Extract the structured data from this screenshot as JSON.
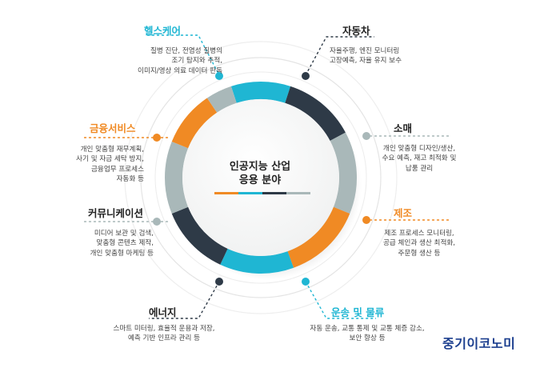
{
  "center": {
    "line1": "인공지능 산업",
    "line2": "응용 분야"
  },
  "colors": {
    "cyan": "#1fb6d3",
    "orange": "#f08a24",
    "navy": "#2e3a47",
    "gray": "#a9b8b9"
  },
  "sectors": [
    {
      "id": "healthcare",
      "title": "헬스케어",
      "color": "#1fb6d3",
      "lines": [
        "질병 진단, 전염성 질병의",
        "조기 탐지와 추적,",
        "이미지/영상 의료 데이터 판독"
      ]
    },
    {
      "id": "automotive",
      "title": "자동차",
      "color": "#222222",
      "lines": [
        "자율주행, 엔진 모니터링",
        "고장예측, 자율 유지 보수"
      ]
    },
    {
      "id": "finance",
      "title": "금융서비스",
      "color": "#f08a24",
      "lines": [
        "개인 맞춤형 재무계획,",
        "사기 및 자금 세탁 방지,",
        "금융업무 프로세스",
        "자동화 등"
      ]
    },
    {
      "id": "retail",
      "title": "소매",
      "color": "#222222",
      "lines": [
        "개인 맞춤형 디자인/생산,",
        "수요 예측, 재고 최적화 및",
        "납품 관리"
      ]
    },
    {
      "id": "communication",
      "title": "커뮤니케이션",
      "color": "#222222",
      "lines": [
        "미디어 보관 및 검색,",
        "맞춤형 콘텐츠 제작,",
        "개인 맞춤형 마케팅 등"
      ]
    },
    {
      "id": "manufacturing",
      "title": "제조",
      "color": "#f08a24",
      "lines": [
        "제조 프로세스 모니터링,",
        "공급 체인과 생산 최적화,",
        "주문형 생산 등"
      ]
    },
    {
      "id": "energy",
      "title": "에너지",
      "color": "#222222",
      "lines": [
        "스마트 미터링, 효율적 운용과 저장,",
        "예측 기반 인프라 관리 등"
      ]
    },
    {
      "id": "transport",
      "title": "운송 및 물류",
      "color": "#1fb6d3",
      "lines": [
        "자동 운송, 교통 통제 및 교통 체증 감소,",
        "보안 향상 등"
      ]
    }
  ],
  "brand": "중기이코노미"
}
